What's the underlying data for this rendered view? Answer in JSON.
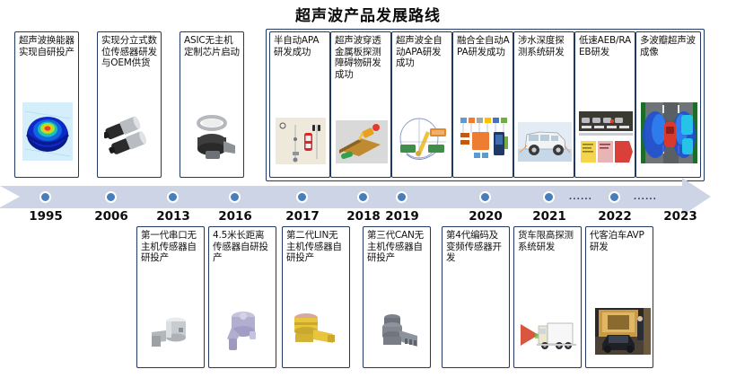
{
  "title": "超声波产品发展路线",
  "timeline": {
    "years": [
      "1995",
      "2006",
      "2013",
      "2016",
      "2017",
      "2018",
      "2019",
      "2020",
      "2021",
      "2022",
      "2023"
    ],
    "dot_color": "#4a7ebb",
    "band_color": "#ccd4e6",
    "ellipsis": [
      "......",
      "......"
    ]
  },
  "top_cards": [
    {
      "text": "超声波换能器实现自研投产",
      "image": "transducer-beam-heatmap"
    },
    {
      "text": "实现分立式数位传感器研发与OEM供货",
      "image": "discrete-digital-sensors"
    },
    {
      "text": "ASIC无主机定制芯片启动",
      "image": "asic-sensor-housing"
    },
    {
      "text": "半自动APA研发成功",
      "image": "semi-auto-apa-diagram"
    },
    {
      "text": "超声波穿透金属板探测障碍物研发成功",
      "image": "metal-plate-penetration"
    },
    {
      "text": "超声波全自动APA研发成功",
      "image": "full-auto-apa-diagram"
    },
    {
      "text": "融合全自动APA研发成功",
      "image": "fusion-apa-block-diagram"
    },
    {
      "text": "涉水深度探测系统研发",
      "image": "wading-depth-suv"
    },
    {
      "text": "低速AEB/RAEB研发",
      "image": "low-speed-aeb-chart"
    },
    {
      "text": "多波瓣超声波成像",
      "image": "multi-lobe-imaging"
    }
  ],
  "bottom_cards": [
    {
      "text": "第一代串口无主机传感器自研投产",
      "image": "gen1-uart-sensor"
    },
    {
      "text": "4.5米长距离传感器自研投产",
      "image": "long-range-sensor"
    },
    {
      "text": "第二代LIN无主机传感器自研投产",
      "image": "gen2-lin-sensor"
    },
    {
      "text": "第三代CAN无主机传感器自研投产",
      "image": "gen3-can-sensor"
    },
    {
      "text": "第4代编码及变频传感器开发",
      "image": ""
    },
    {
      "text": "货车限高探测系统研发",
      "image": "truck-height-detection"
    },
    {
      "text": "代客泊车AVP研发",
      "image": "avp-valet-parking"
    }
  ]
}
